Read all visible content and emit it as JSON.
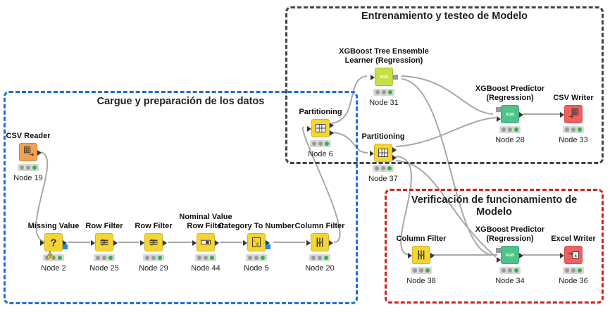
{
  "annotations": {
    "model": {
      "title": "Entrenamiento y testeo de Modelo",
      "color": "#444444"
    },
    "prep": {
      "title": "Cargue y preparación de los datos",
      "color": "#1e6fd9"
    },
    "verify": {
      "title": "Verificación de funcionamiento de Modelo",
      "color": "#d32020"
    }
  },
  "nodes": {
    "n19": {
      "title": "CSV Reader",
      "id": "Node 19",
      "icon": "csv-reader-icon",
      "color": "#f4a04e"
    },
    "n2": {
      "title": "Missing Value",
      "id": "Node 2",
      "icon": "question-icon",
      "color": "#f5d533"
    },
    "n25": {
      "title": "Row Filter",
      "id": "Node 25",
      "icon": "row-filter-icon",
      "color": "#f5d533"
    },
    "n29": {
      "title": "Row Filter",
      "id": "Node 29",
      "icon": "row-filter-icon",
      "color": "#f5d533"
    },
    "n44": {
      "title": "Nominal Value Row Filter",
      "id": "Node 44",
      "icon": "nominal-filter-icon",
      "color": "#f5d533"
    },
    "n5": {
      "title": "Category To Number",
      "id": "Node 5",
      "icon": "category-number-icon",
      "color": "#f5d533"
    },
    "n20": {
      "title": "Column Filter",
      "id": "Node 20",
      "icon": "column-filter-icon",
      "color": "#f5d533"
    },
    "n6": {
      "title": "Partitioning",
      "id": "Node 6",
      "icon": "partitioning-icon",
      "color": "#f5d533"
    },
    "n31": {
      "title": "XGBoost Tree Ensemble Learner (Regression)",
      "id": "Node 31",
      "icon": "xgb-learner-icon",
      "color": "#c6e04a",
      "icon_text": "XGB"
    },
    "n37": {
      "title": "Partitioning",
      "id": "Node 37",
      "icon": "partitioning-icon",
      "color": "#f5d533"
    },
    "n28": {
      "title": "XGBoost Predictor (Regression)",
      "id": "Node 28",
      "icon": "xgb-predictor-icon",
      "color": "#4fc48a",
      "icon_text": "XGB"
    },
    "n33": {
      "title": "CSV Writer",
      "id": "Node 33",
      "icon": "csv-writer-icon",
      "color": "#f06060"
    },
    "n38": {
      "title": "Column Filter",
      "id": "Node 38",
      "icon": "column-filter-icon",
      "color": "#f5d533"
    },
    "n34": {
      "title": "XGBoost Predictor (Regression)",
      "id": "Node 34",
      "icon": "xgb-predictor-icon",
      "color": "#4fc48a",
      "icon_text": "XGB"
    },
    "n36": {
      "title": "Excel Writer",
      "id": "Node 36",
      "icon": "excel-writer-icon",
      "color": "#f06060"
    }
  }
}
